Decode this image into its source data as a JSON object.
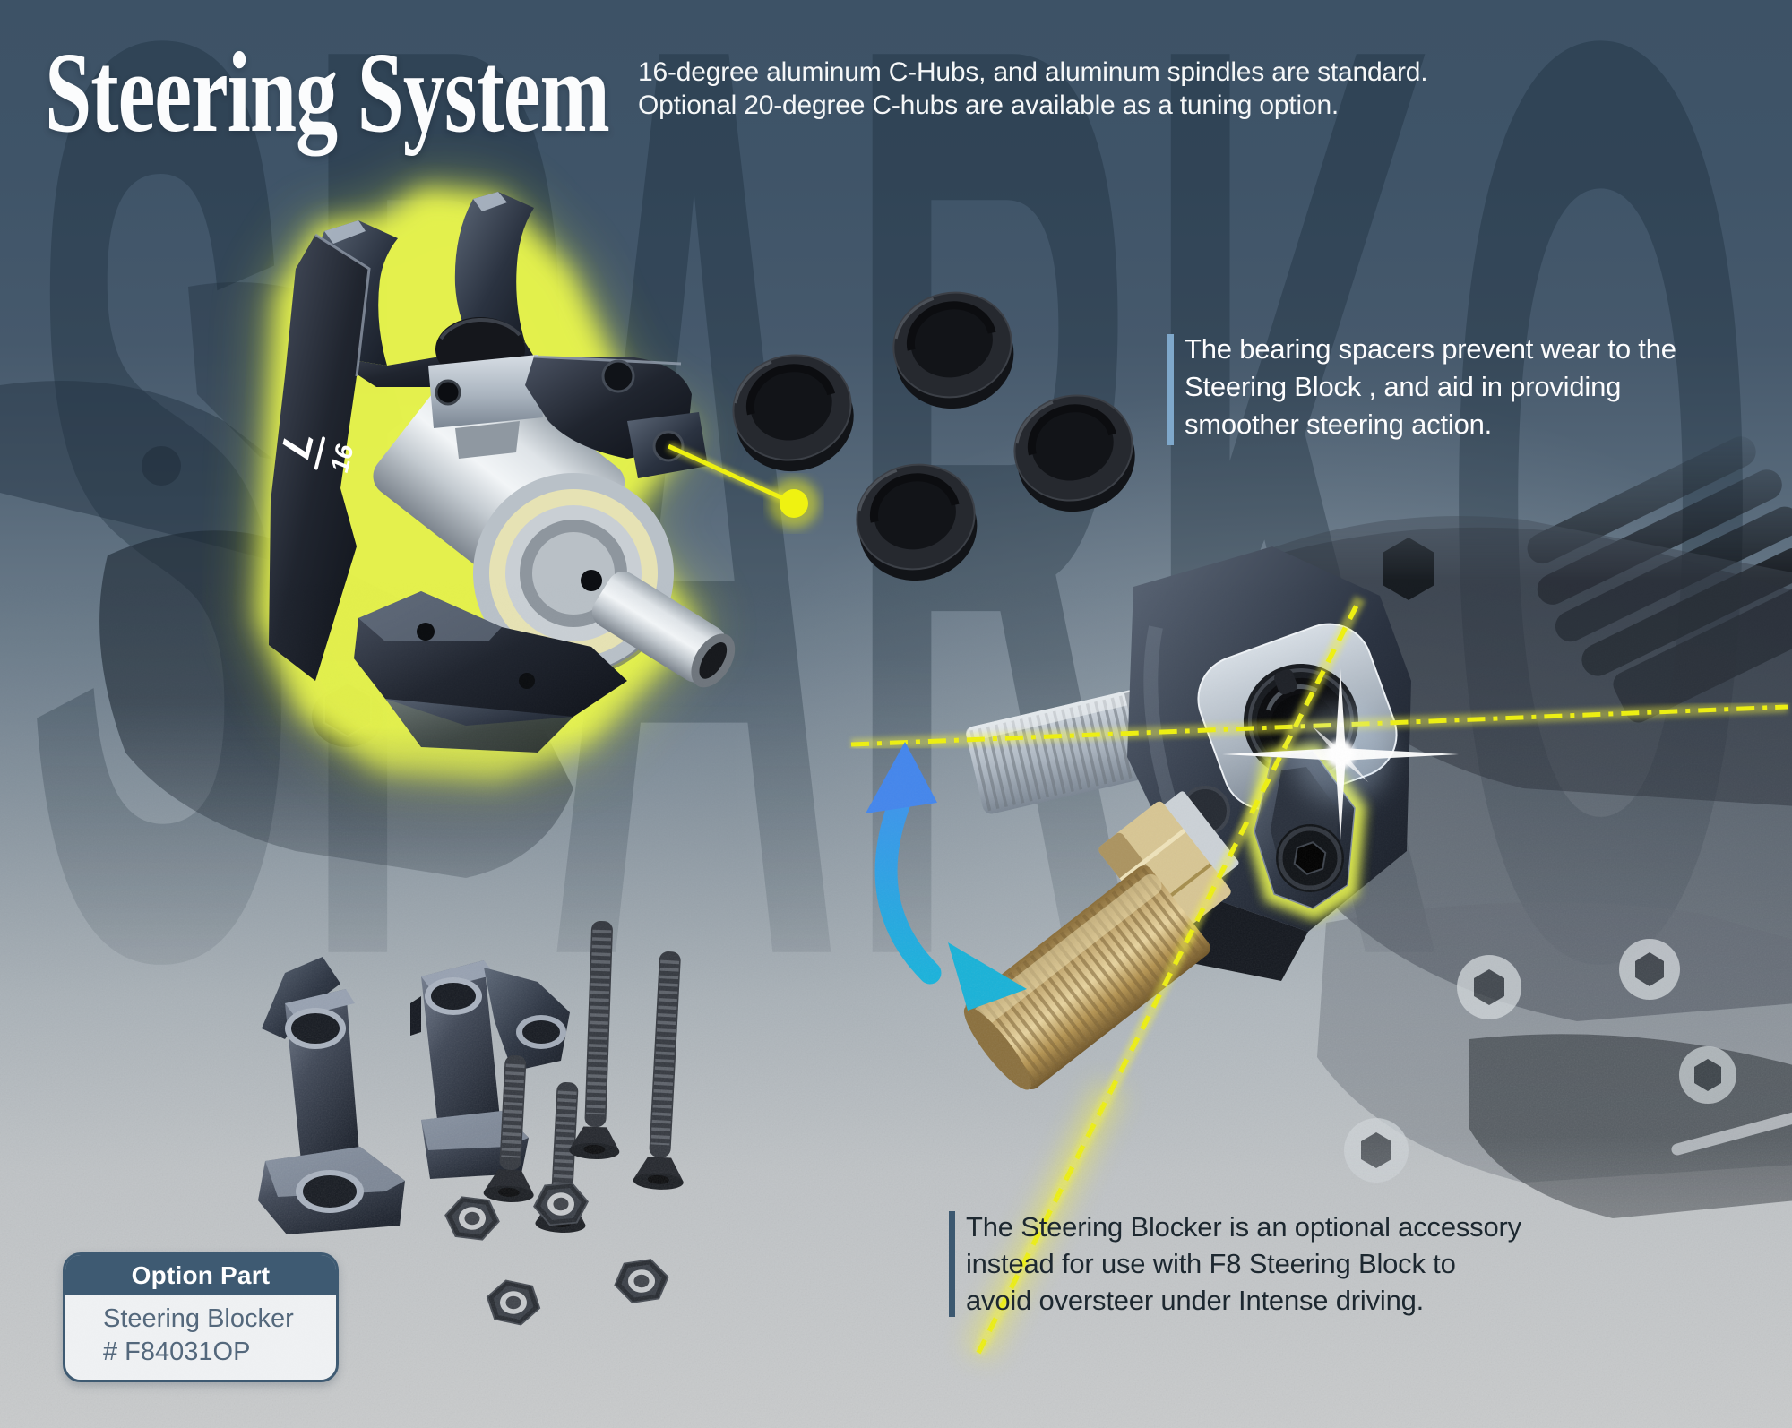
{
  "header": {
    "title": "Steering System",
    "subtitle_lines": [
      "16-degree aluminum C-Hubs, and aluminum spindles are standard.",
      "Optional 20-degree C-hubs are available as a tuning option."
    ]
  },
  "watermark_text": "SPARKO",
  "callouts": {
    "bearing_spacers": {
      "lines": [
        "The bearing spacers prevent wear to the",
        "Steering Block , and aid in providing",
        "smoother steering action."
      ],
      "accent_color": "#7fa8cb"
    },
    "steering_blocker": {
      "lines": [
        "The Steering Blocker is an optional accessory",
        "instead for use with F8 Steering Block to",
        "avoid oversteer under Intense driving."
      ],
      "accent_color": "#3c5870"
    }
  },
  "option_part": {
    "label": "Option Part",
    "product_name": "Steering Blocker",
    "part_number": "# F84031OP"
  },
  "part_markings": {
    "hub_side": "L",
    "hub_caster_angle": "16"
  },
  "colors": {
    "background_top": "#3d5266",
    "background_bottom": "#c9cbcc",
    "highlight_glow": "#e4f23f",
    "callout_line_yellow": "#eef011",
    "arrow_blue_top": "#4a8bf0",
    "arrow_blue_bottom": "#14b5da",
    "panel_blue": "#3e5a72"
  }
}
